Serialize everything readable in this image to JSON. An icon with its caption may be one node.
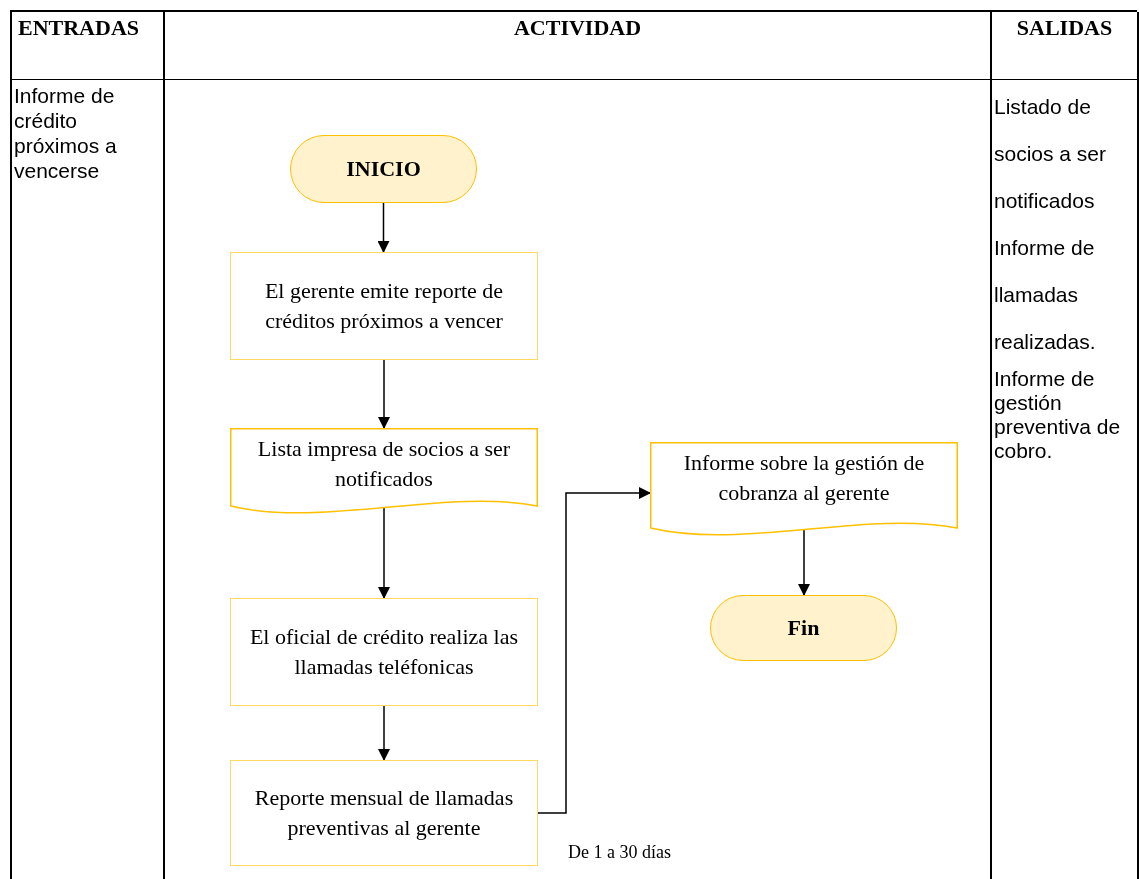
{
  "diagram": {
    "nodes": [
      {
        "text": [
          "INICIO"
        ]
      },
      {
        "text": [
          "El gerente emite reporte de créditos próximos a vencer"
        ]
      },
      {
        "text": [
          "Lista impresa de socios a ser notificados"
        ]
      },
      {
        "text": [
          "El oficial de crédito realiza las llamadas teléfonicas"
        ]
      },
      {
        "text": [
          "Reporte mensual de llamadas preventivas al gerente"
        ]
      },
      {
        "text": [
          "Informe sobre la gestión de cobranza al gerente"
        ]
      },
      {
        "text": [
          "Fin"
        ]
      }
    ],
    "edges": [
      {
        "from": 0,
        "to": 1,
        "arrow": "to"
      },
      {
        "from": 1,
        "to": 2,
        "arrow": "to"
      },
      {
        "from": 2,
        "to": 3,
        "arrow": "to"
      },
      {
        "from": 3,
        "to": 4,
        "arrow": "to"
      },
      {
        "from": 4,
        "to": 5,
        "arrow": "to"
      },
      {
        "from": 5,
        "to": 6,
        "arrow": "to"
      }
    ],
    "labels": [
      "ENTRADAS",
      "ACTIVIDAD",
      "SALIDAS",
      "Informe de crédito próximos a vencerse",
      "Listado de socios a ser notificados",
      "Informe de llamadas realizadas.",
      "Informe de gestión preventiva de cobro.",
      "De 1 a 30 días"
    ]
  }
}
